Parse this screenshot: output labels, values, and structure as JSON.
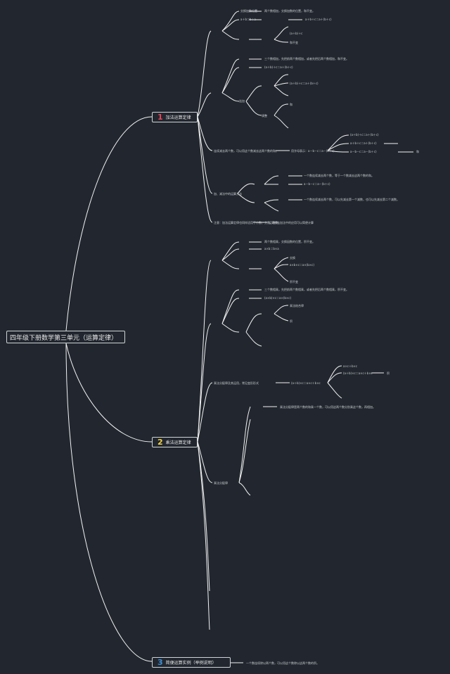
{
  "root": {
    "title": "四年级下册数学第三单元（运算定律）"
  },
  "branches": [
    {
      "number": "1",
      "label": "加法运算定律",
      "color": "#e8475a"
    },
    {
      "number": "2",
      "label": "乘法运算定律",
      "color": "#f0d24a"
    },
    {
      "number": "3",
      "label": "简便运算实例（举例说明）",
      "color": "#3d8fd6"
    }
  ],
  "leaves": {
    "b1_intro": "连续减去两个数，可以用这个数减去这两个数的和。",
    "b1_form": "用字母表示：a－b－c＝a－(b＋c)",
    "b1_a1": "两个数相加，交换加数的位置，和不变。",
    "b1_a2": "a＋b＝b＋a",
    "b1_a3": "交换加数位置",
    "b1_a4": "和不变",
    "b1_b1": "三个数相加，先把前两个数相加，或者先把后两个数相加，和不变。",
    "b1_b2": "(a＋b)＋c＝a＋(b＋c)",
    "b1_b3": "(a＋b)＋c＝a＋(b＋c)",
    "b1_c1": "连加",
    "b1_c2": "凑整",
    "b1_d1": "(a＋b)＋c",
    "b1_d2": "a＋b＋c＝a＋(b＋c)",
    "b1_d3": "(a＋b)＋c＝a＋(b＋c)",
    "b1_d4": "和",
    "b1_d5": "和",
    "b1_e1": "一个数连续减去两个数，等于一个数减去这两个数的和。",
    "b1_e2": "a－b－c＝a－(b＋c)",
    "b1_e3": "一个数连续减去两个数，可以先减去第一个减数，也可以先减去第二个减数。",
    "b1_f1": "加、减法中的运算方法",
    "b1_f2": "运算律在加法中的应用可以简便计算",
    "b1_g1": "注意：加法运算定律也同样适用于小数、分数、整数。",
    "b2_a1": "两个数相乘，交换因数的位置，积不变。",
    "b2_a2": "a×b＝b×a",
    "b2_a3": "a×b×c＝a×(b×c)",
    "b2_a4": "交换",
    "b2_a5": "积不变",
    "b2_b1": "三个数相乘，先把前两个数相乘，或者先把后两个数相乘，积不变。",
    "b2_b2": "(a×b)×c＝a×(b×c)",
    "b2_c1": "乘法结合律",
    "b2_c2": "积",
    "b2_d1": "(a＋b)×c＝a×c＋b×c",
    "b2_d2": "a×c＋b×c",
    "b2_d3": "积",
    "b2_e1": "乘法分配律是两个数的和乘一个数，可以用这两个数分别乘这个数，再相加。",
    "b2_e2": "乘法分配律及其运用，常见变形形式",
    "b2_f1": "乘法分配律",
    "b3_1": "一个数连续除以两个数，可以用这个数除以这两个数的积。"
  }
}
